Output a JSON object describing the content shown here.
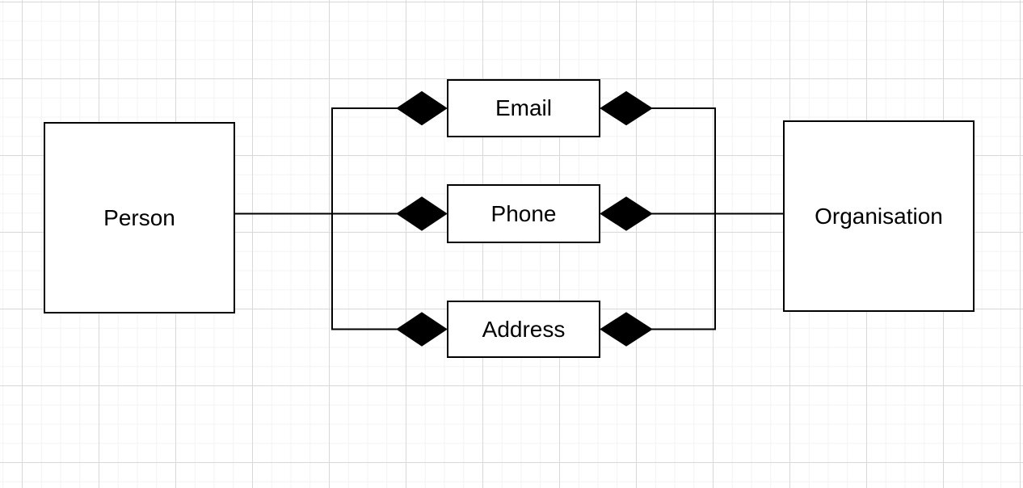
{
  "diagram": {
    "entities": [
      {
        "id": "person",
        "label": "Person"
      },
      {
        "id": "organisation",
        "label": "Organisation"
      }
    ],
    "attributes": [
      {
        "id": "email",
        "label": "Email"
      },
      {
        "id": "phone",
        "label": "Phone"
      },
      {
        "id": "address",
        "label": "Address"
      }
    ],
    "relationships": [
      {
        "from": "Person",
        "to": "Email",
        "marker": "filled-diamond"
      },
      {
        "from": "Person",
        "to": "Phone",
        "marker": "filled-diamond"
      },
      {
        "from": "Person",
        "to": "Address",
        "marker": "filled-diamond"
      },
      {
        "from": "Email",
        "to": "Organisation",
        "marker": "filled-diamond"
      },
      {
        "from": "Phone",
        "to": "Organisation",
        "marker": "filled-diamond"
      },
      {
        "from": "Address",
        "to": "Organisation",
        "marker": "filled-diamond"
      }
    ],
    "colors": {
      "canvas_bg": "#ffffff",
      "grid_minor": "#f3f3f3",
      "grid_major": "#d8d8d8",
      "shape_fill": "#ffffff",
      "stroke": "#000000"
    }
  }
}
